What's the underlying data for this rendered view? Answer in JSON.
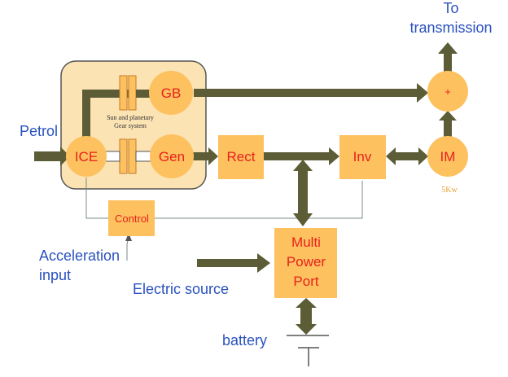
{
  "diagram": {
    "labels": {
      "to": "To",
      "transmission": "transmission",
      "petrol": "Petrol",
      "acceleration": "Acceleration",
      "input": "input",
      "electric_source": "Electric source",
      "battery": "battery",
      "gear_line1": "Sun and planetary",
      "gear_line2": "Gear system",
      "power_rating": "5Kw"
    },
    "blocks": {
      "gb": "GB",
      "ice": "ICE",
      "gen": "Gen",
      "rect": "Rect",
      "inv": "Inv",
      "im": "IM",
      "plus": "+",
      "control": "Control",
      "mpp_line1": "Multi",
      "mpp_line2": "Power",
      "mpp_line3": "Port"
    },
    "colors": {
      "block_fill": "#fdc15f",
      "group_fill": "#fbe3b3",
      "arrow": "#5c5c36",
      "label_blue": "#2a52be",
      "label_red": "#e8211d"
    }
  }
}
